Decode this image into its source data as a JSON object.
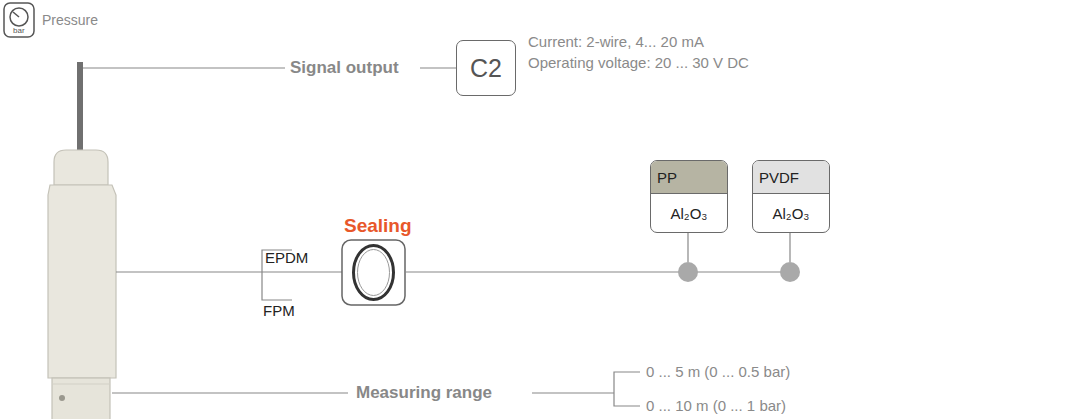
{
  "diagram": {
    "nodes": [
      {
        "text": [
          "C2"
        ]
      },
      {
        "text": [
          "PP",
          "Al₂O₃"
        ]
      },
      {
        "text": [
          "PVDF",
          "Al₂O₃"
        ]
      }
    ],
    "labels": [
      "bar",
      "Pressure",
      "Signal output",
      "Current: 2-wire, 4... 20 mA",
      "Operating voltage: 20 ... 30 V DC",
      "Sealing",
      "EPDM",
      "FPM",
      "Measuring range",
      "0 ... 5 m (0 ... 0.5 bar)",
      "0 ... 10 m (0 ... 1 bar)"
    ]
  }
}
